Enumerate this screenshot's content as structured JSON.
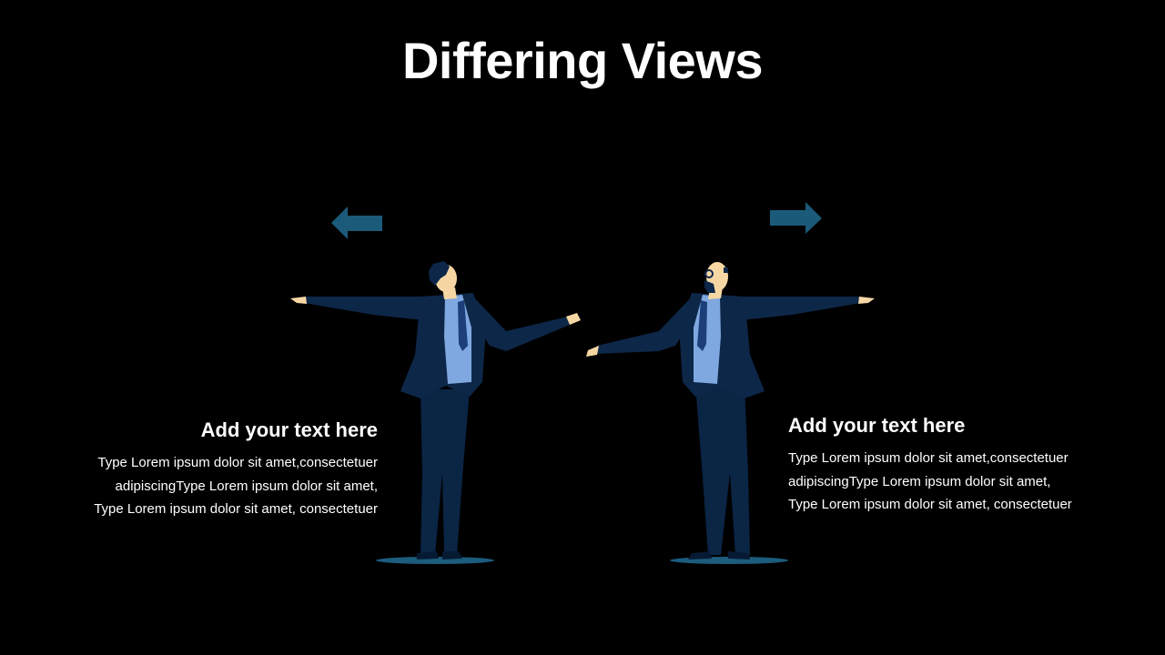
{
  "slide": {
    "title": "Differing Views",
    "left_block": {
      "heading": "Add your text here",
      "body": "Type Lorem ipsum dolor sit amet,consectetuer adipiscingType Lorem ipsum dolor sit amet, Type Lorem ipsum dolor sit amet, consectetuer"
    },
    "right_block": {
      "heading": "Add your text here",
      "body": "Type Lorem ipsum dolor sit amet,consectetuer adipiscingType Lorem ipsum dolor sit amet, Type Lorem ipsum dolor sit amet, consectetuer"
    }
  },
  "icons": {
    "left_arrow": "arrow-left-icon",
    "right_arrow": "arrow-right-icon"
  },
  "colors": {
    "background": "#000000",
    "arrow": "#1b5a79",
    "suit": "#0d2748",
    "shirt": "#7fa8e0",
    "skin": "#f6d7a4",
    "shadow": "#1c5c7d"
  }
}
